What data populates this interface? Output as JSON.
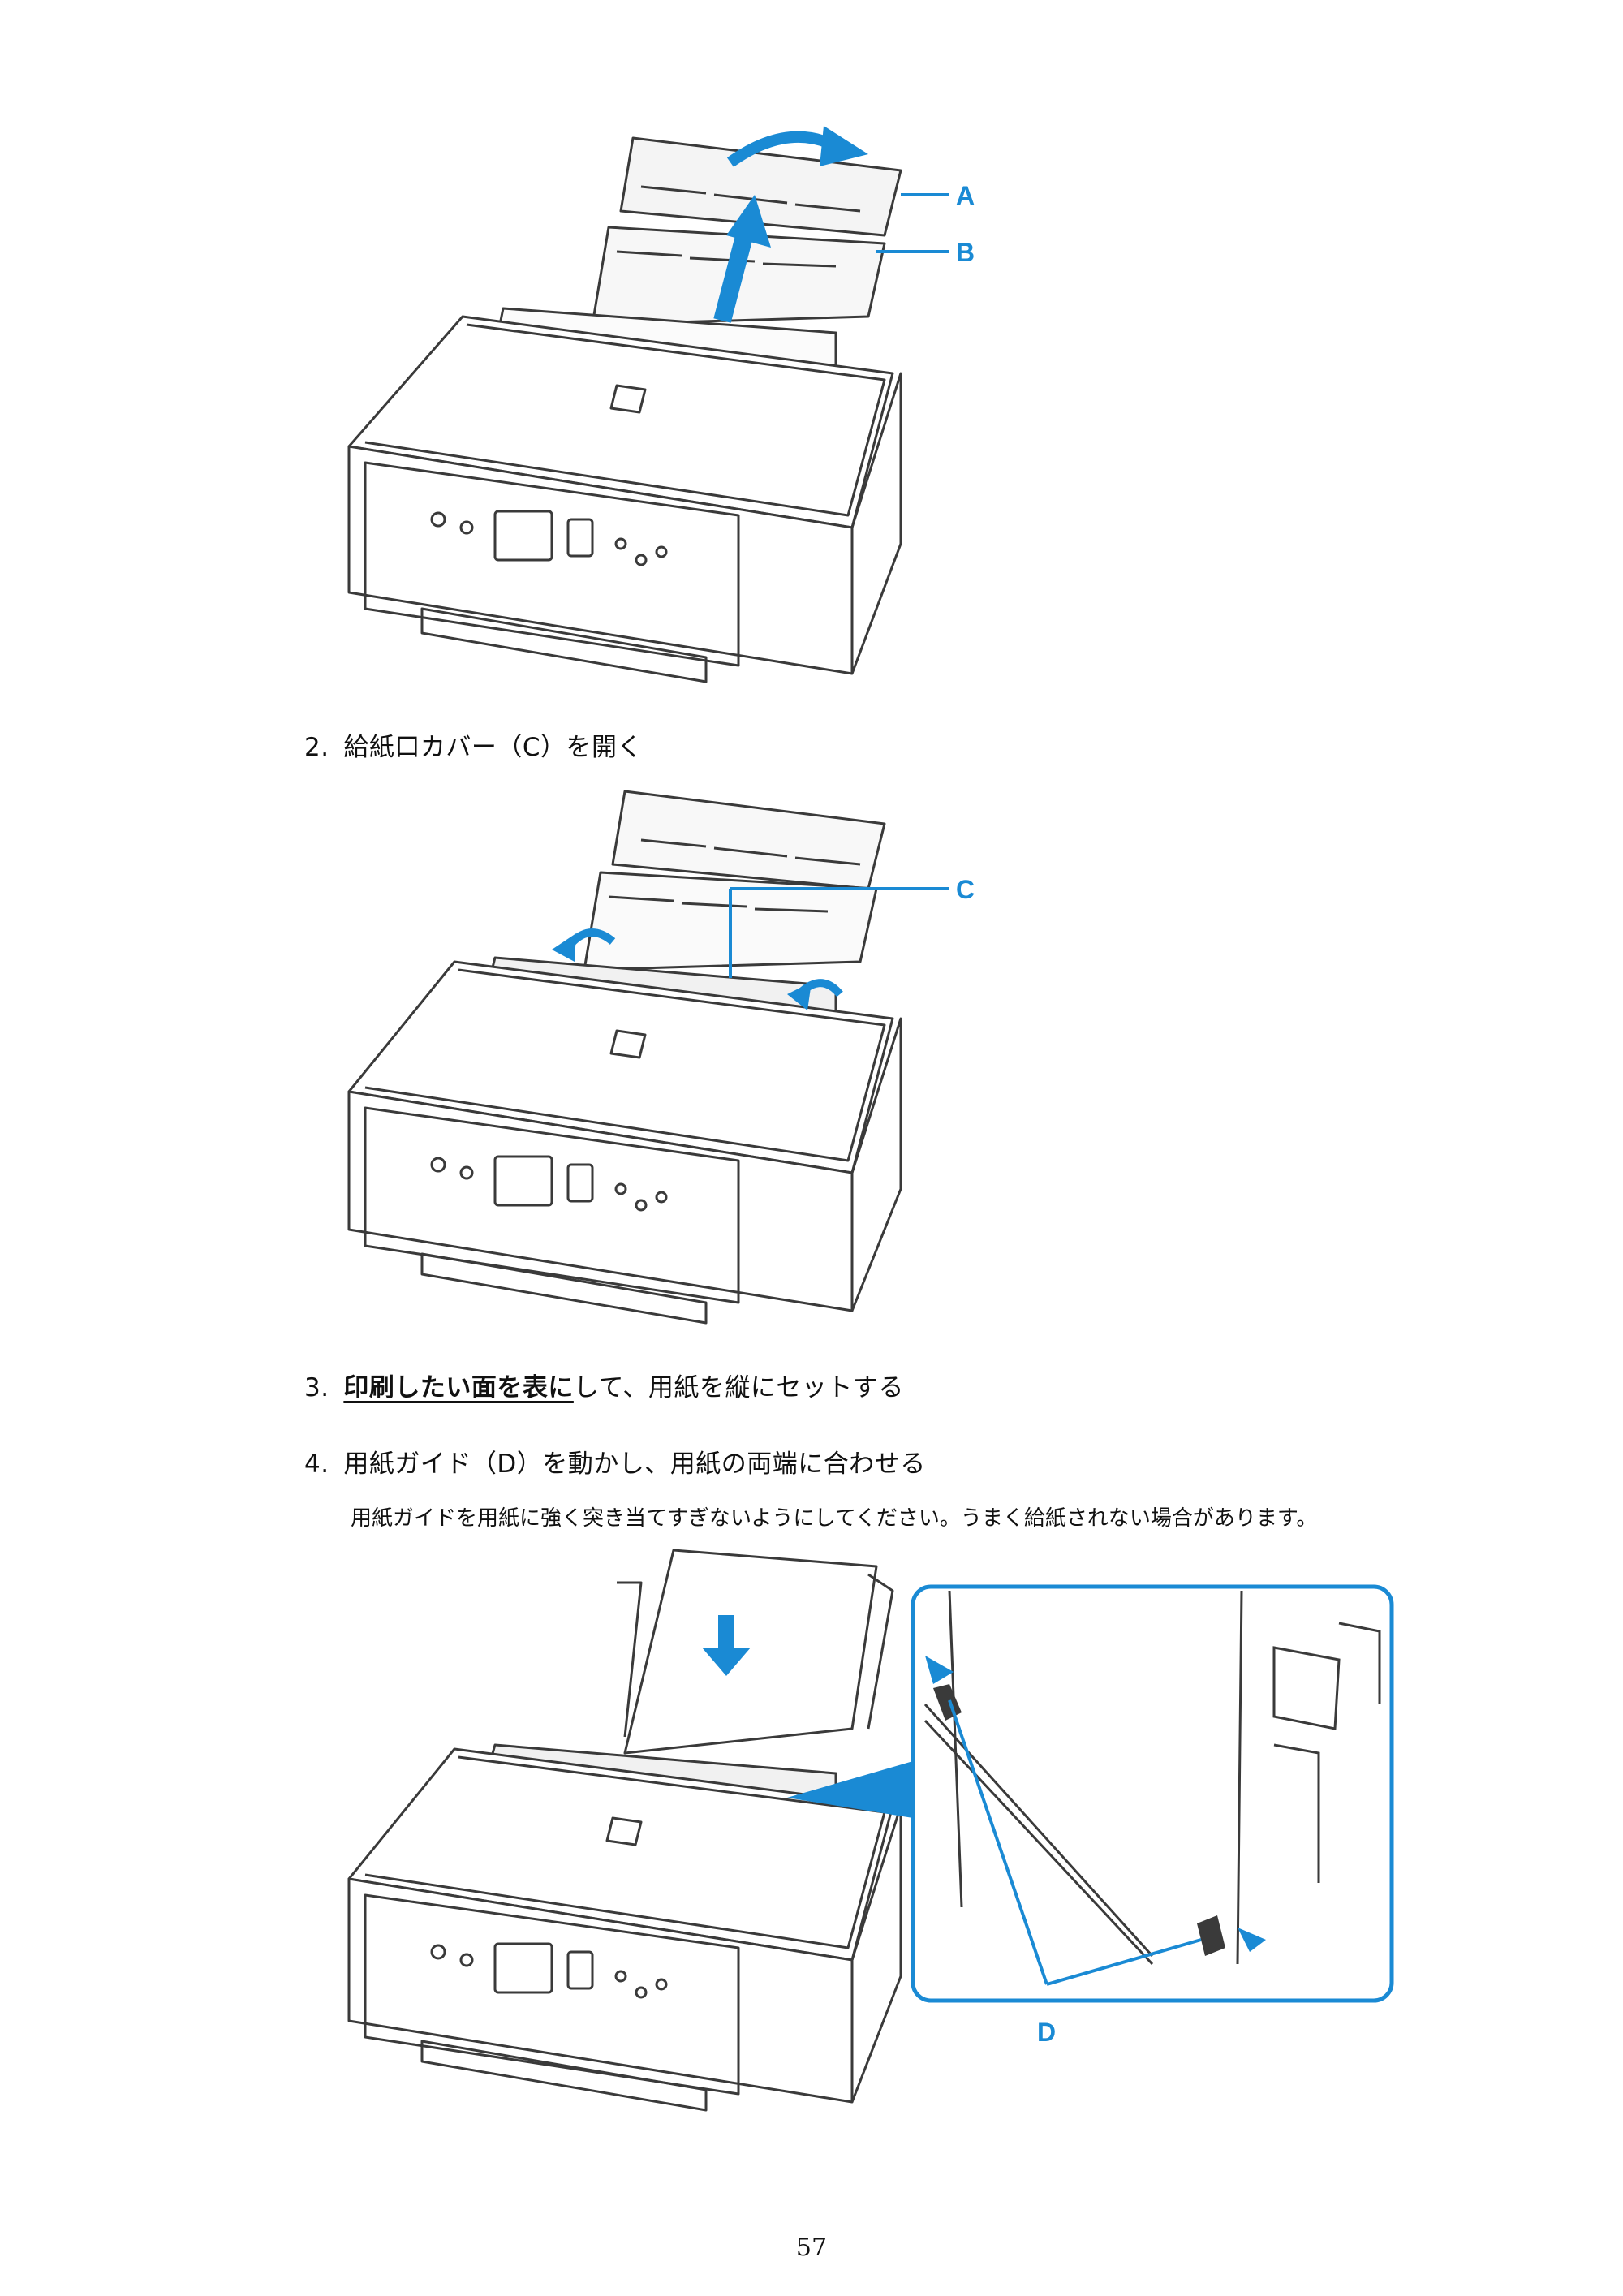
{
  "figure1": {
    "label_a": "A",
    "label_b": "B"
  },
  "step2": {
    "number": "2.",
    "text": "給紙口カバー（C）を開く"
  },
  "figure2": {
    "label_c": "C"
  },
  "step3": {
    "number": "3.",
    "emphasis": "印刷したい面を表に",
    "text": "して、用紙を縦にセットする"
  },
  "step4": {
    "number": "4.",
    "text": "用紙ガイド（D）を動かし、用紙の両端に合わせる"
  },
  "step4_note": "用紙ガイドを用紙に強く突き当てすぎないようにしてください。うまく給紙されない場合があります。",
  "figure3": {
    "label_d": "D"
  },
  "page_number": "57",
  "colors": {
    "accent": "#1a8ad4",
    "line": "#3a3a3a"
  }
}
